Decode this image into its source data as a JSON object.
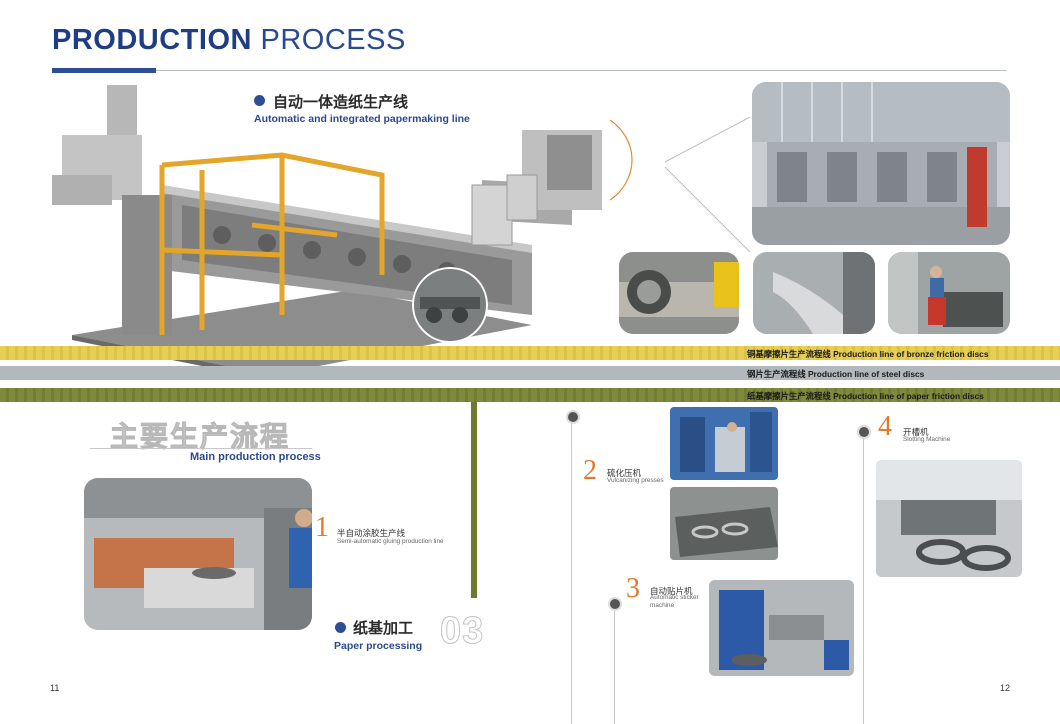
{
  "header": {
    "title_bold": "PRODUCTION",
    "title_light": "PROCESS"
  },
  "papermaking": {
    "cn": "自动一体造纸生产线",
    "en": "Automatic and integrated papermaking line"
  },
  "stripes": [
    {
      "label": "铜基摩擦片生产流程线 Production line of bronze friction discs",
      "color": "#e7cf55"
    },
    {
      "label": "钢片生产流程线 Production line of steel discs",
      "color": "#b3b8bc"
    },
    {
      "label": "纸基摩擦片生产流程线 Production line of paper friction discs",
      "color": "#7f8a3c"
    }
  ],
  "main_process": {
    "cn": "主要生产流程",
    "en": "Main production process"
  },
  "paper_processing": {
    "cn": "纸基加工",
    "en": "Paper processing",
    "number": "03"
  },
  "steps": [
    {
      "num": "1",
      "cn": "半自动涂胶生产线",
      "en": "Semi-automatic gluing production line"
    },
    {
      "num": "2",
      "cn": "硫化压机",
      "en": "Vulcanizing presses"
    },
    {
      "num": "3",
      "cn": "自动贴片机",
      "en_line1": "Automatic sticker",
      "en_line2": "machine"
    },
    {
      "num": "4",
      "cn": "开槽机",
      "en": "Slotting Machine"
    }
  ],
  "pages": {
    "left": "11",
    "right": "12"
  },
  "colors": {
    "navy": "#1f3d85",
    "orange": "#e07a2d",
    "olive": "#6e7a2e",
    "machine_yellow": "#e3a52a"
  }
}
